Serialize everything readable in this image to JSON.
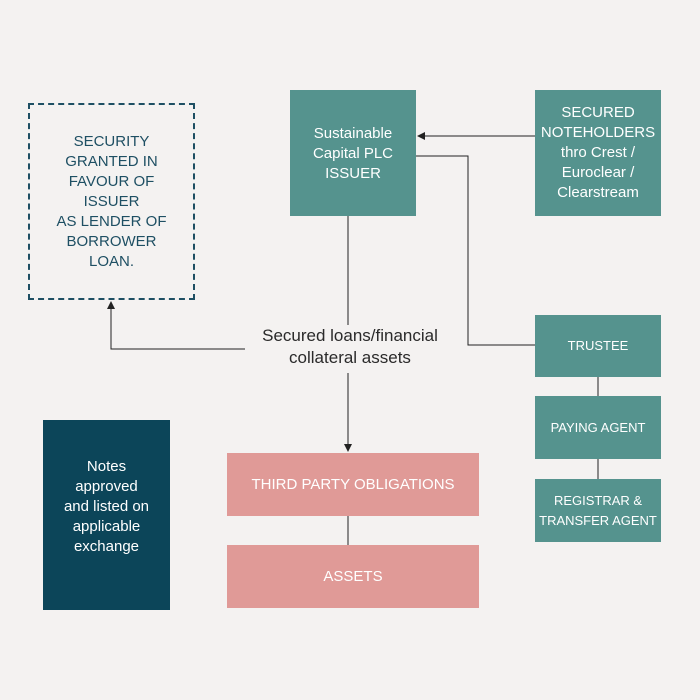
{
  "security_box": {
    "text": "SECURITY\nGRANTED IN\nFAVOUR OF\nISSUER\nAS LENDER OF\nBORROWER\nLOAN."
  },
  "issuer_box": {
    "text": "Sustainable\nCapital PLC\nISSUER"
  },
  "noteholders_box": {
    "text": "SECURED\nNOTEHOLDERS\nthro Crest /\nEuroclear /\nClearstream"
  },
  "collateral_label": {
    "text": "Secured loans/financial\ncollateral assets"
  },
  "trustee_box": {
    "text": "TRUSTEE"
  },
  "paying_agent_box": {
    "text": "PAYING AGENT"
  },
  "registrar_box": {
    "text": "REGISTRAR &\nTRANSFER AGENT"
  },
  "notes_box": {
    "text": "Notes\napproved\nand listed on\napplicable\nexchange"
  },
  "third_party_box": {
    "text": "THIRD PARTY OBLIGATIONS"
  },
  "assets_box": {
    "text": "ASSETS"
  },
  "colors": {
    "teal": "#55938e",
    "navy": "#0c4559",
    "pink": "#e09a97",
    "dashed_border": "#1e4f63",
    "background": "#f4f2f1",
    "connector": "#222222"
  }
}
